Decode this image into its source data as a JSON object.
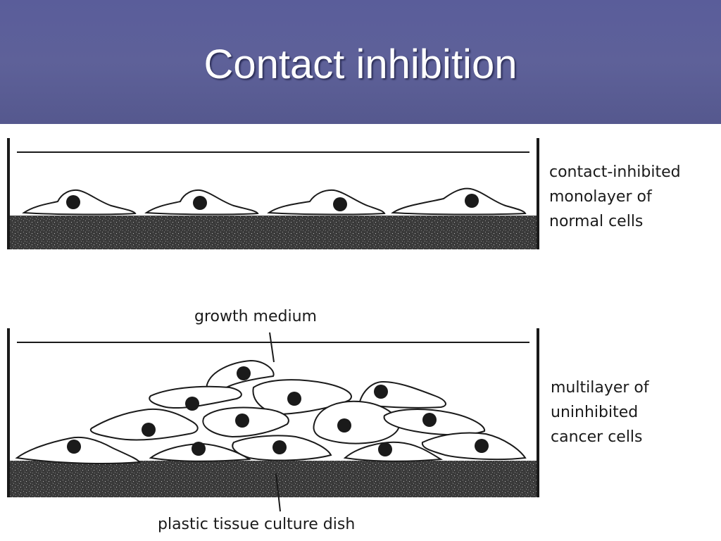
{
  "slide": {
    "title": "Contact inhibition"
  },
  "labels": {
    "normal": [
      "contact-inhibited",
      "monolayer of",
      "normal cells"
    ],
    "growth_medium": "growth medium",
    "cancer": [
      "multilayer of",
      "uninhibited",
      "cancer cells"
    ],
    "dish": "plastic tissue culture dish"
  },
  "colors": {
    "header": "#5a5d9a",
    "title_text": "#ffffff",
    "ink": "#1a1a1a"
  }
}
